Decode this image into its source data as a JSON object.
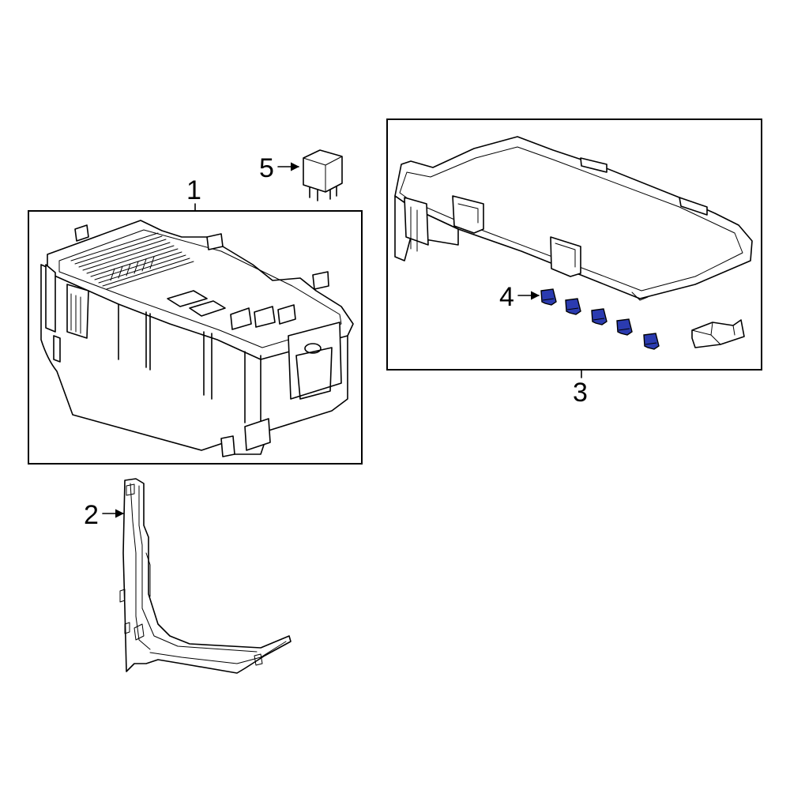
{
  "callouts": {
    "c1": "1",
    "c2": "2",
    "c3": "3",
    "c4": "4",
    "c5": "5"
  },
  "colors": {
    "line": "#000000",
    "highlight_fill": "#2b3bb0",
    "background": "#ffffff"
  },
  "icons": {
    "arrow": "right-pointing-arrowhead"
  }
}
